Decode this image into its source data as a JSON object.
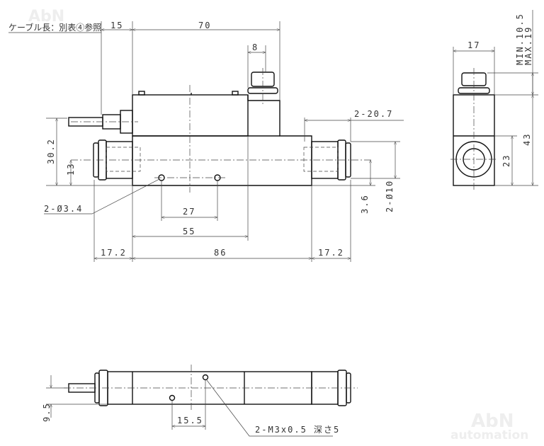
{
  "watermark": {
    "brand": "AbN",
    "sub": "automation"
  },
  "notes": {
    "cable_length": "ケーブル長：別表④参照",
    "hole_dia": "2-Ø3.4",
    "fitting_dia": "2-Ø10",
    "fitting_len": "2-20.7",
    "tapped_holes": "2-M3x0.5 深さ5",
    "min_stroke": "MIN.10.5",
    "max_stroke": "MAX.19"
  },
  "dims": {
    "cable_offset": "15",
    "overall_top": "70",
    "sensor_width": "8",
    "height_left": "30.2",
    "fitting_center": "13",
    "offset_36": "3.6",
    "hole_pitch": "27",
    "hole_offset": "55",
    "fitting_left": "17.2",
    "body_length": "86",
    "fitting_right": "17.2",
    "side_width": "17",
    "side_height": "43",
    "side_port_height": "23",
    "bottom_height": "9.5",
    "bottom_pitch": "15.5"
  }
}
